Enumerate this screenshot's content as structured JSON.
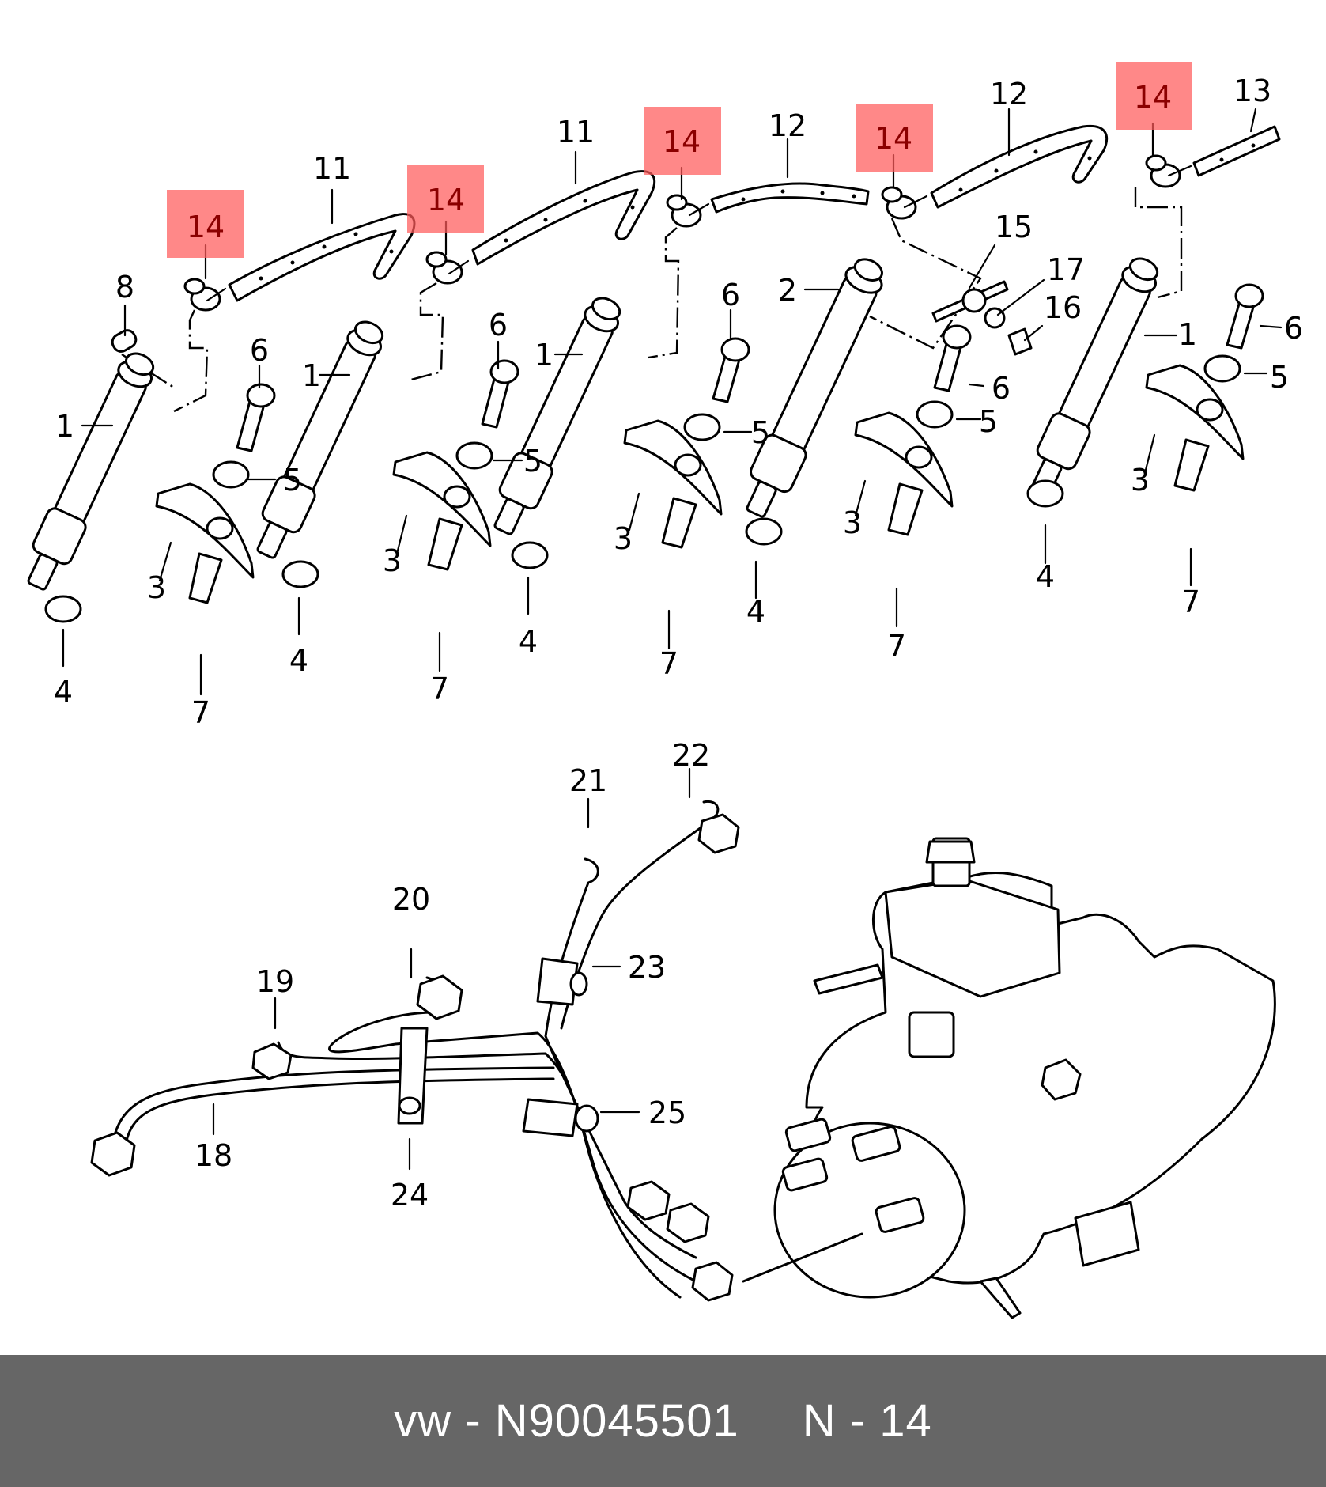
{
  "diagram": {
    "title": "Fuel injectors and injection pipes - exploded parts view",
    "highlight_color": "#ff5a5a",
    "highlighted_part": "14",
    "callouts": {
      "p1": "1",
      "p2": "2",
      "p3": "3",
      "p4": "4",
      "p5": "5",
      "p6": "6",
      "p7": "7",
      "p8": "8",
      "p11": "11",
      "p12": "12",
      "p13": "13",
      "p14": "14",
      "p15": "15",
      "p16": "16",
      "p17": "17",
      "p18": "18",
      "p19": "19",
      "p20": "20",
      "p21": "21",
      "p22": "22",
      "p23": "23",
      "p24": "24",
      "p25": "25"
    }
  },
  "footer": {
    "brand": "vw",
    "dash": "-",
    "part_number": "N90045501",
    "ref_prefix": "N",
    "ref_number": "14"
  }
}
